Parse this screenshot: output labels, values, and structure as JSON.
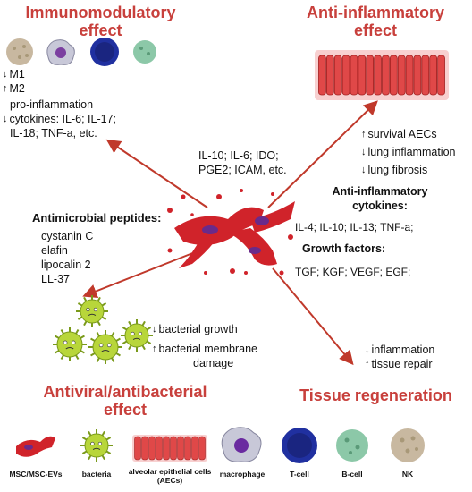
{
  "sections": {
    "immunomodulatory": {
      "title_line1": "Immunomodulatory",
      "title_line2": "effect",
      "m1": "M1",
      "m2": "M2",
      "pro_line1": "pro-inflammation",
      "pro_line2": "cytokines: IL-6; IL-17;",
      "pro_line3": "IL-18; TNF-a, etc."
    },
    "anti_inflammatory": {
      "title_line1": "Anti-inflammatory",
      "title_line2": "effect",
      "survival": "survival AECs",
      "lung_inflammation": "lung inflammation",
      "lung_fibrosis": "lung fibrosis"
    },
    "center": {
      "line1": "IL-10; IL-6; IDO;",
      "line2": "PGE2; ICAM, etc."
    },
    "cytokines": {
      "title_line1": "Anti-inflammatory",
      "title_line2": "cytokines:",
      "list": "IL-4; IL-10; IL-13; TNF-a;"
    },
    "growth": {
      "title": "Growth factors:",
      "list": "TGF; KGF; VEGF; EGF;"
    },
    "antimicrobial": {
      "title": "Antimicrobial peptides:",
      "items": [
        "cystanin C",
        "elafin",
        "lipocalin 2",
        "LL-37"
      ]
    },
    "bacterial": {
      "growth": "bacterial growth",
      "membrane_line1": "bacterial membrane",
      "membrane_line2": "damage"
    },
    "antiviral": {
      "title_line1": "Antiviral/antibacterial",
      "title_line2": "effect"
    },
    "regeneration": {
      "title": "Tissue regeneration",
      "inflammation": "inflammation",
      "repair": "tissue repair"
    }
  },
  "legend": [
    "MSC/MSC-EVs",
    "bacteria",
    "alveolar epithelial cells (AECs)",
    "macrophage",
    "T-cell",
    "B-cell",
    "NK"
  ],
  "colors": {
    "title_red": "#c8403c",
    "arrow_red": "#c0392b",
    "msc_red": "#d0232a",
    "bacteria_green": "#b8d63a",
    "epithelial_red": "#e04848",
    "macrophage": "#b8b8c8",
    "tcell_blue": "#2030a0",
    "bcell_green": "#8cc8a8",
    "nk_beige": "#c8b8a0"
  },
  "arrow_symbols": {
    "down": "↓",
    "up": "↑"
  }
}
